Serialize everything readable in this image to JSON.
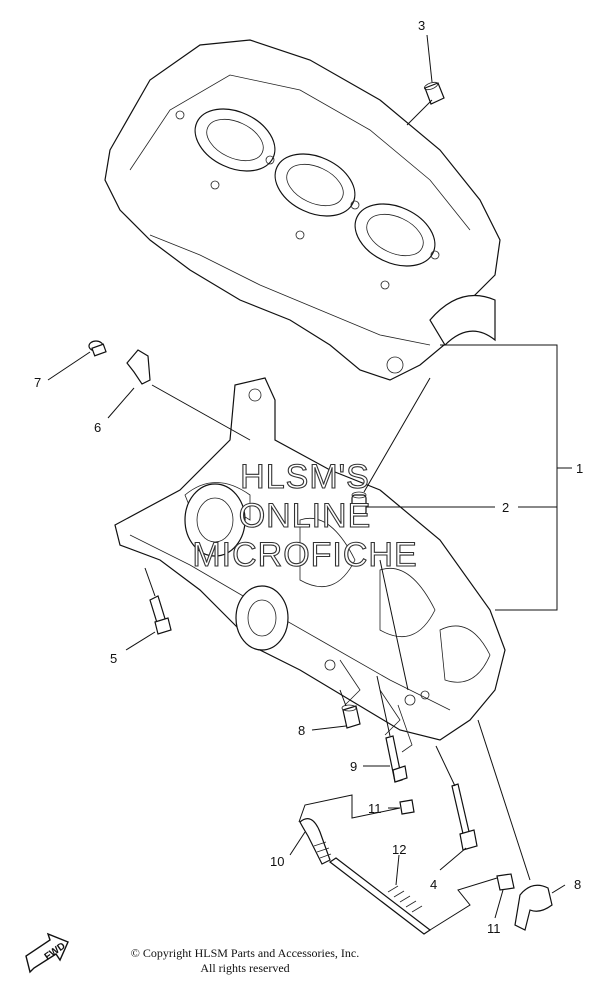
{
  "watermark": {
    "line1": "HLSM'S",
    "line2": "ONLINE",
    "line3": "MICROFICHE"
  },
  "callouts": [
    {
      "id": "1",
      "label": "1"
    },
    {
      "id": "2",
      "label": "2"
    },
    {
      "id": "3",
      "label": "3"
    },
    {
      "id": "4",
      "label": "4"
    },
    {
      "id": "5",
      "label": "5"
    },
    {
      "id": "6",
      "label": "6"
    },
    {
      "id": "7",
      "label": "7"
    },
    {
      "id": "8a",
      "label": "8"
    },
    {
      "id": "8b",
      "label": "8"
    },
    {
      "id": "9",
      "label": "9"
    },
    {
      "id": "10",
      "label": "10"
    },
    {
      "id": "11a",
      "label": "11"
    },
    {
      "id": "11b",
      "label": "11"
    },
    {
      "id": "12",
      "label": "12"
    }
  ],
  "fwd_label": "FWD",
  "copyright": {
    "line1": "© Copyright HLSM Parts and Accessories, Inc.",
    "line2": "All rights reserved"
  }
}
